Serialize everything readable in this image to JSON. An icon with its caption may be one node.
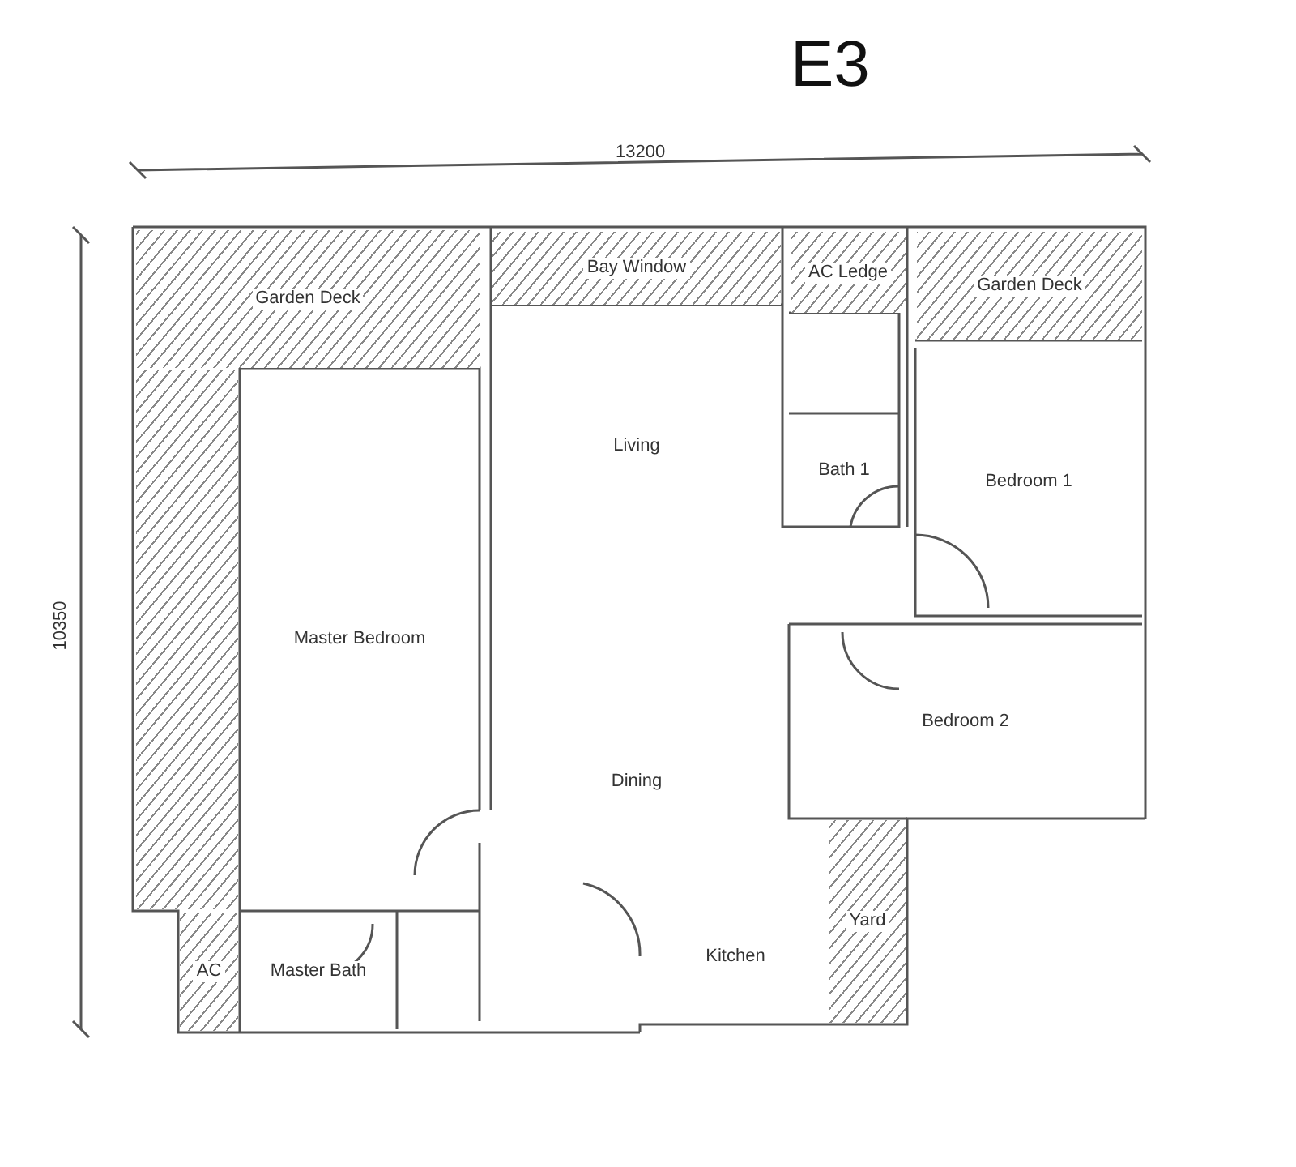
{
  "diagram": {
    "title": "E3",
    "nodes": [
      {
        "text": [
          "Garden Deck"
        ]
      },
      {
        "text": [
          "Bay Window"
        ]
      },
      {
        "text": [
          "AC Ledge"
        ]
      },
      {
        "text": [
          "Garden Deck"
        ]
      },
      {
        "text": [
          "Living"
        ]
      },
      {
        "text": [
          "Bath 1"
        ]
      },
      {
        "text": [
          "Bedroom 1"
        ]
      },
      {
        "text": [
          "Master Bedroom"
        ]
      },
      {
        "text": [
          "Dining"
        ]
      },
      {
        "text": [
          "Bedroom 2"
        ]
      },
      {
        "text": [
          "AC"
        ]
      },
      {
        "text": [
          "Master Bath"
        ]
      },
      {
        "text": [
          "Kitchen"
        ]
      },
      {
        "text": [
          "Yard"
        ]
      }
    ],
    "labels": [
      "13200",
      "10350"
    ]
  }
}
